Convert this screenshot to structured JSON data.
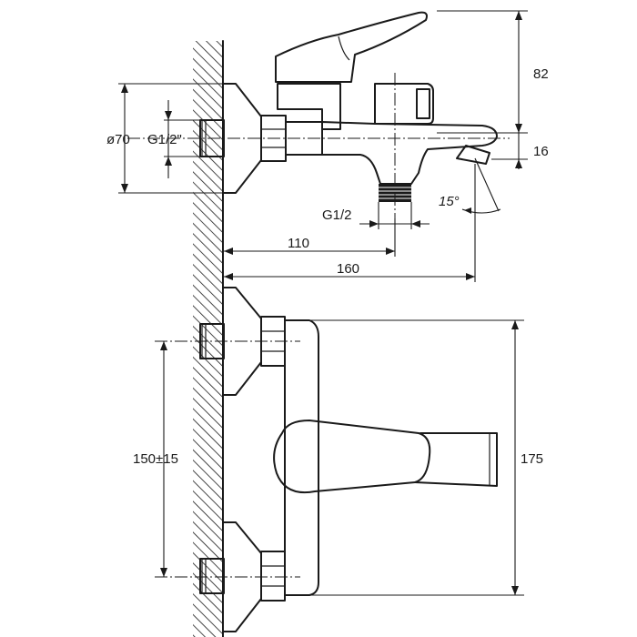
{
  "dimensions": {
    "height_top": "82",
    "spout_offset": "16",
    "flange_diameter": "ø70",
    "inlet_thread": "G1/2\"",
    "outlet_thread": "G1/2",
    "outlet_distance": "110",
    "spout_reach": "160",
    "spout_angle": "15°",
    "inlet_spacing": "150±15",
    "body_height": "175"
  }
}
